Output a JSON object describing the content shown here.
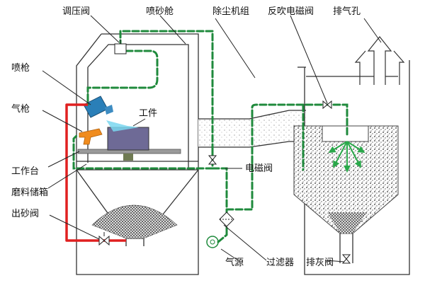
{
  "labels": {
    "pressure_valve": "调压阀",
    "blast_chamber": "喷砂舱",
    "dust_collector": "除尘机组",
    "pulse_solenoid_valve": "反吹电磁阀",
    "exhaust_port": "排气孔",
    "spray_gun": "喷枪",
    "air_gun": "气枪",
    "workpiece": "工件",
    "worktable": "工作台",
    "abrasive_tank": "磨料储箱",
    "sand_outlet_valve": "出砂阀",
    "solenoid_valve": "电磁阀",
    "air_source": "气源",
    "filter": "过滤器",
    "ash_valve": "排灰阀"
  },
  "colors": {
    "air_line": "#1f8a3c",
    "sand_line": "#e02020",
    "spray_gun": "#2a7fb8",
    "air_gun": "#f08c1e",
    "workpiece": "#6e6a96",
    "spray_jet": "#7ad7f0",
    "backflush": "#2aa84a"
  },
  "icons": [
    "exhaust-arrow-icon",
    "valve-icon",
    "air-source-icon",
    "filter-icon"
  ]
}
